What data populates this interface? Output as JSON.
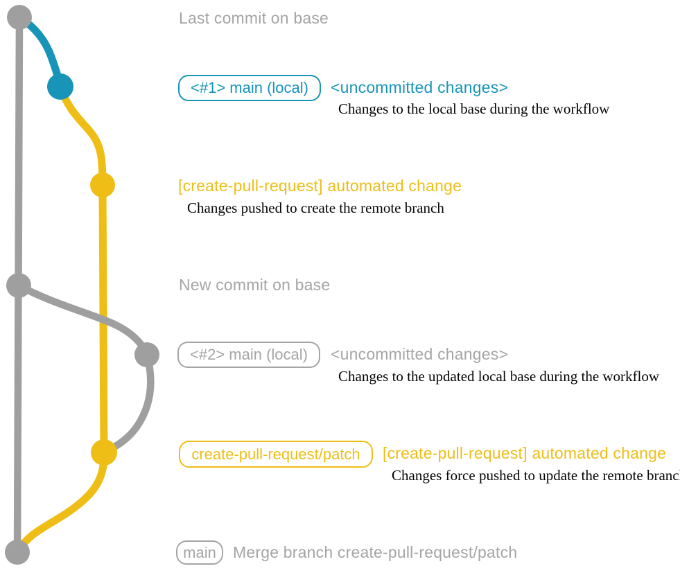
{
  "colors": {
    "gray": "#9f9f9f",
    "gray_text": "#a5a5a5",
    "teal": "#1794b8",
    "yellow": "#eebe16",
    "black": "#050505"
  },
  "graph": {
    "nodes": [
      {
        "name": "last-commit-on-base",
        "color": "gray"
      },
      {
        "name": "local-main-commit-1",
        "color": "teal"
      },
      {
        "name": "automated-change-commit",
        "color": "yellow"
      },
      {
        "name": "new-commit-on-base",
        "color": "gray"
      },
      {
        "name": "local-main-commit-2",
        "color": "gray"
      },
      {
        "name": "force-pushed-commit",
        "color": "yellow"
      },
      {
        "name": "merge-commit",
        "color": "gray"
      }
    ]
  },
  "rows": {
    "last_commit": {
      "title": "Last commit on base"
    },
    "commit1": {
      "badge": "<#1> main (local)",
      "title": "<uncommitted changes>",
      "desc": "Changes to the local base during the workflow"
    },
    "push1": {
      "title": "[create-pull-request] automated change",
      "desc": "Changes pushed to create the remote branch"
    },
    "new_commit": {
      "title": "New commit on base"
    },
    "commit2": {
      "badge": "<#2> main (local)",
      "title": "<uncommitted changes>",
      "desc": "Changes to the updated local base during the workflow"
    },
    "push2": {
      "badge": "create-pull-request/patch",
      "title": "[create-pull-request] automated change",
      "desc": "Changes force pushed to update the remote branch"
    },
    "merge": {
      "badge": "main",
      "title": "Merge branch create-pull-request/patch"
    }
  }
}
